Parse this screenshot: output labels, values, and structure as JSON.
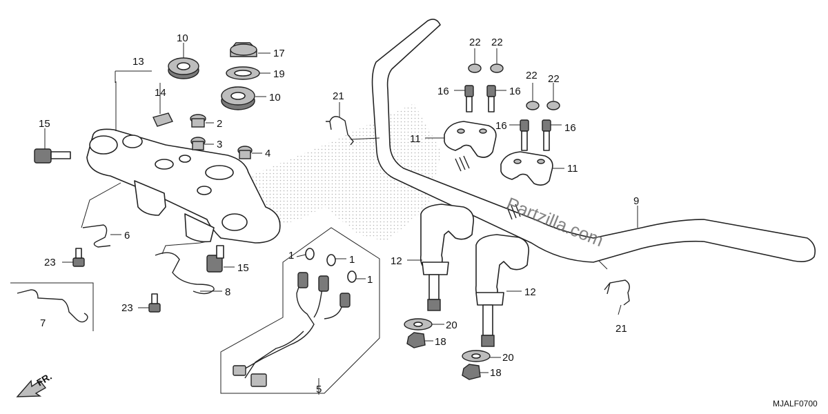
{
  "diagram": {
    "code": "MJALF0700",
    "watermark": "Partzilla.com",
    "front_arrow": "FR.",
    "callouts": [
      {
        "id": "c1a",
        "text": "1"
      },
      {
        "id": "c1b",
        "text": "1"
      },
      {
        "id": "c1c",
        "text": "1"
      },
      {
        "id": "c2",
        "text": "2"
      },
      {
        "id": "c3",
        "text": "3"
      },
      {
        "id": "c4",
        "text": "4"
      },
      {
        "id": "c5",
        "text": "5"
      },
      {
        "id": "c6",
        "text": "6"
      },
      {
        "id": "c7",
        "text": "7"
      },
      {
        "id": "c8",
        "text": "8"
      },
      {
        "id": "c9",
        "text": "9"
      },
      {
        "id": "c10a",
        "text": "10"
      },
      {
        "id": "c10b",
        "text": "10"
      },
      {
        "id": "c11a",
        "text": "11"
      },
      {
        "id": "c11b",
        "text": "11"
      },
      {
        "id": "c12a",
        "text": "12"
      },
      {
        "id": "c12b",
        "text": "12"
      },
      {
        "id": "c13",
        "text": "13"
      },
      {
        "id": "c14",
        "text": "14"
      },
      {
        "id": "c15a",
        "text": "15"
      },
      {
        "id": "c15b",
        "text": "15"
      },
      {
        "id": "c16a",
        "text": "16"
      },
      {
        "id": "c16b",
        "text": "16"
      },
      {
        "id": "c16c",
        "text": "16"
      },
      {
        "id": "c16d",
        "text": "16"
      },
      {
        "id": "c17",
        "text": "17"
      },
      {
        "id": "c18a",
        "text": "18"
      },
      {
        "id": "c18b",
        "text": "18"
      },
      {
        "id": "c19",
        "text": "19"
      },
      {
        "id": "c20a",
        "text": "20"
      },
      {
        "id": "c20b",
        "text": "20"
      },
      {
        "id": "c21a",
        "text": "21"
      },
      {
        "id": "c21b",
        "text": "21"
      },
      {
        "id": "c22a",
        "text": "22"
      },
      {
        "id": "c22b",
        "text": "22"
      },
      {
        "id": "c22c",
        "text": "22"
      },
      {
        "id": "c22d",
        "text": "22"
      },
      {
        "id": "c23a",
        "text": "23"
      },
      {
        "id": "c23b",
        "text": "23"
      }
    ]
  }
}
